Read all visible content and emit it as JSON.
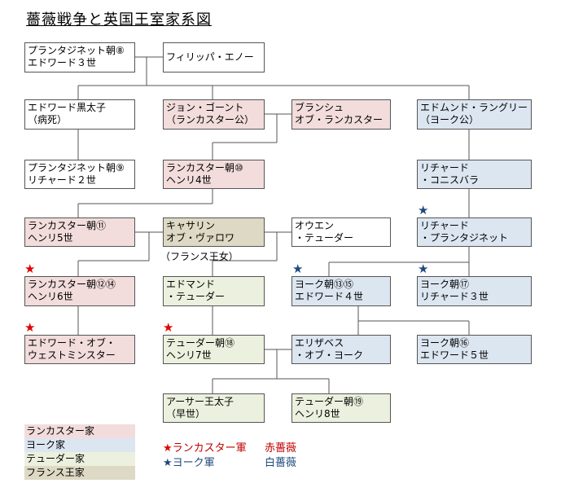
{
  "title": "薔薇戦争と英国王室家系図",
  "people": {
    "edward3": [
      "プランタジネット朝⑧",
      "エドワード３世"
    ],
    "philippa": [
      "フィリッパ・エノー"
    ],
    "black_prince": [
      "エドワード黒太子",
      "（病死）"
    ],
    "john_gaunt": [
      "ジョン・ゴーント",
      "（ランカスター公）"
    ],
    "blanche": [
      "ブランシュ",
      "オブ・ランカスター"
    ],
    "edmund": [
      "エドムンド・ラングリー",
      "（ヨーク公）"
    ],
    "richard2": [
      "プランタジネット朝⑨",
      "リチャード２世"
    ],
    "henry4": [
      "ランカスター朝⑩",
      "ヘンリ4世"
    ],
    "richard_cambridge": [
      "リチャード",
      "・コニスバラ"
    ],
    "henry5": [
      "ランカスター朝⑪",
      "ヘンリ5世"
    ],
    "catherine": [
      "キャサリン",
      "オブ・ヴァロワ"
    ],
    "owen": [
      "オウエン",
      "・テューダー"
    ],
    "richard_york": [
      "リチャード",
      "・プランタジネット"
    ],
    "henry6": [
      "ランカスター朝⑫⑭",
      "ヘンリ6世"
    ],
    "edmund_tudor": [
      "エドマンド",
      "・テューダー"
    ],
    "edward4": [
      "ヨーク朝⑬⑮",
      "エドワード４世"
    ],
    "richard3": [
      "ヨーク朝⑰",
      "リチャード３世"
    ],
    "edward_westminster": [
      "エドワード・オブ・",
      "ウェストミンスター"
    ],
    "henry7": [
      "テューダー朝⑱",
      "ヘンリ7世"
    ],
    "elizabeth": [
      "エリザベス",
      "・オブ・ヨーク"
    ],
    "edward5": [
      "ヨーク朝⑯",
      "エドワード５世"
    ],
    "arthur": [
      "アーサー王太子",
      "（早世）"
    ],
    "henry8": [
      "テューダー朝⑲",
      "ヘンリ8世"
    ]
  },
  "catherine_note": "（フランス王女）",
  "legend": {
    "houses": [
      "ランカスター家",
      "ヨーク家",
      "テューダー家",
      "フランス王家"
    ],
    "lancaster_army": "ランカスター軍",
    "york_army": "ヨーク軍",
    "red_rose": "赤薔薇",
    "white_rose": "白薔薇"
  },
  "star_glyph": "★",
  "colors": {
    "lancaster": "#f2dcdc",
    "york": "#dce6f1",
    "tudor": "#ebf1de",
    "france": "#ddd9c4",
    "lancaster_star": "#e00000",
    "york_star": "#1f497d",
    "red_rose_text": "#c00000",
    "white_rose_text": "#1f497d"
  }
}
